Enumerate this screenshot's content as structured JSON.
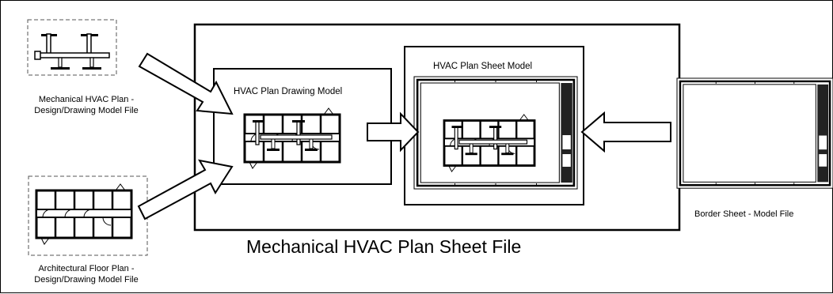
{
  "labels": {
    "mech_hvac_line1": "Mechanical HVAC Plan -",
    "mech_hvac_line2": "Design/Drawing Model File",
    "arch_floor_line1": "Architectural Floor Plan -",
    "arch_floor_line2": "Design/Drawing Model File",
    "hvac_drawing_model": "HVAC Plan Drawing Model",
    "hvac_sheet_model": "HVAC Plan Sheet Model",
    "border_sheet": "Border Sheet - Model File",
    "sheet_file_title": "Mechanical HVAC Plan Sheet File"
  },
  "colors": {
    "ink": "#000000",
    "background": "#ffffff",
    "dashed_border": "#555555"
  }
}
